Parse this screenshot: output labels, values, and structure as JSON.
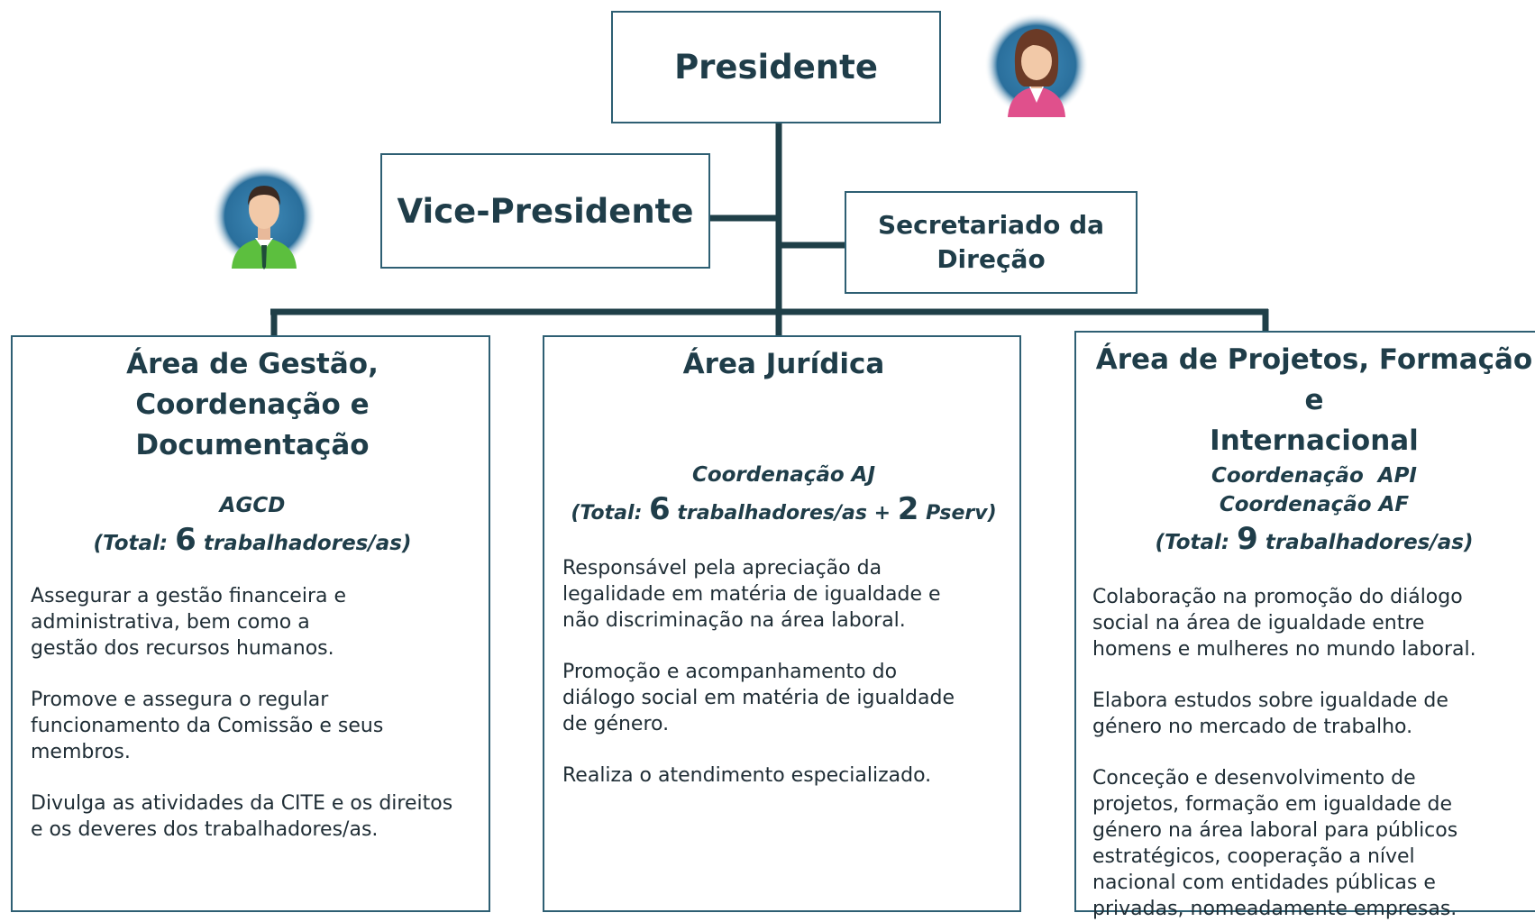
{
  "president": {
    "label": "Presidente"
  },
  "vice_president": {
    "label": "Vice-Presidente"
  },
  "secretariat": {
    "line1": "Secretariado da",
    "line2": "Direção"
  },
  "areas": [
    {
      "title_lines": [
        "Área de Gestão, Coordenação e",
        "Documentação"
      ],
      "subtitle_lines": [
        "AGCD"
      ],
      "total": {
        "prefix": "(Total:",
        "count": "6",
        "suffix": "trabalhadores/as)"
      },
      "paragraphs": [
        [
          "Assegurar a gestão financeira e",
          "administrativa, bem como a",
          "gestão dos recursos humanos."
        ],
        [
          "Promove e assegura o regular",
          "funcionamento da Comissão e seus",
          "membros."
        ],
        [
          "Divulga as atividades da CITE e os direitos",
          "e os deveres dos trabalhadores/as."
        ]
      ]
    },
    {
      "title_lines": [
        "Área Jurídica"
      ],
      "subtitle_lines": [
        "Coordenação AJ"
      ],
      "total": {
        "prefix": "(Total:",
        "count": "6",
        "suffix": "trabalhadores/as +",
        "count2": "2",
        "suffix2": "Pserv)"
      },
      "paragraphs": [
        [
          "Responsável pela apreciação da",
          "legalidade em matéria de igualdade e",
          "não discriminação na área laboral."
        ],
        [
          "Promoção e acompanhamento do",
          "diálogo social em matéria de igualdade",
          "de género."
        ],
        [
          "Realiza o atendimento especializado."
        ]
      ]
    },
    {
      "title_lines": [
        "Área de Projetos, Formação e",
        "Internacional"
      ],
      "subtitle_lines": [
        "Coordenação  API",
        "Coordenação AF"
      ],
      "total": {
        "prefix": "(Total:",
        "count": "9",
        "suffix": "trabalhadores/as)"
      },
      "paragraphs": [
        [
          "Colaboração na promoção do diálogo",
          "social na área de igualdade entre",
          "homens e mulheres no mundo laboral."
        ],
        [
          "Elabora estudos sobre igualdade de",
          "género no mercado de trabalho."
        ],
        [
          "Conceção e desenvolvimento de",
          "projetos, formação em igualdade de",
          "género na área laboral para públicos",
          "estratégicos, cooperação a nível",
          "nacional com entidades públicas e",
          "privadas, nomeadamente empresas."
        ]
      ]
    }
  ],
  "colors": {
    "line": "#1f3f48",
    "border": "#2e5f73",
    "text": "#1f3d49"
  }
}
